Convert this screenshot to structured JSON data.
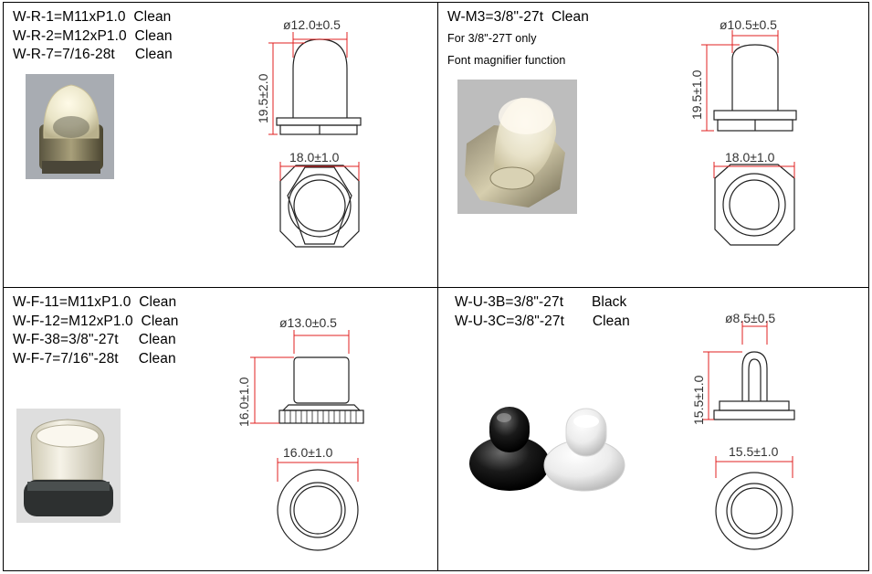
{
  "sections": [
    {
      "lines": [
        "W-R-1=M11xP1.0  Clean",
        "W-R-2=M12xP1.0  Clean",
        "W-R-7=7/16-28t     Clean"
      ],
      "dims": {
        "diameter": "ø12.0±0.5",
        "height": "19.5±2.0",
        "width": "18.0±1.0"
      }
    },
    {
      "lines": [
        "W-M3=3/8\"-27t  Clean"
      ],
      "notes": [
        "For 3/8\"-27T only",
        "Font magnifier function"
      ],
      "dims": {
        "diameter": "ø10.5±0.5",
        "height": "19.5±1.0",
        "width": "18.0±1.0"
      }
    },
    {
      "lines": [
        "W-F-11=M11xP1.0  Clean",
        "W-F-12=M12xP1.0  Clean",
        "W-F-38=3/8\"-27t     Clean",
        "W-F-7=7/16\"-28t     Clean"
      ],
      "dims": {
        "diameter": "ø13.0±0.5",
        "height": "16.0±1.0",
        "width": "16.0±1.0"
      }
    },
    {
      "lines": [
        "W-U-3B=3/8\"-27t       Black",
        "W-U-3C=3/8\"-27t       Clean"
      ],
      "dims": {
        "diameter": "ø8.5±0.5",
        "height": "15.5±1.0",
        "width": "15.5±1.0"
      }
    }
  ],
  "colors": {
    "dimension_line": "#e02020",
    "outline": "#222222",
    "frame": "#000000"
  }
}
